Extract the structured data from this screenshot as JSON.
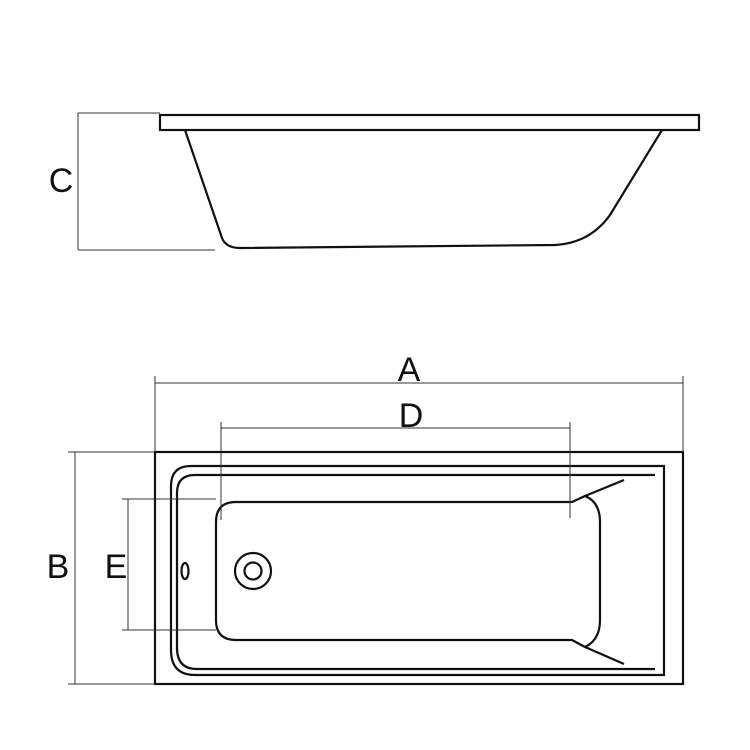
{
  "diagram": {
    "labels": {
      "length": "A",
      "width": "B",
      "height": "C",
      "inner_length": "D",
      "inner_width": "E"
    }
  }
}
